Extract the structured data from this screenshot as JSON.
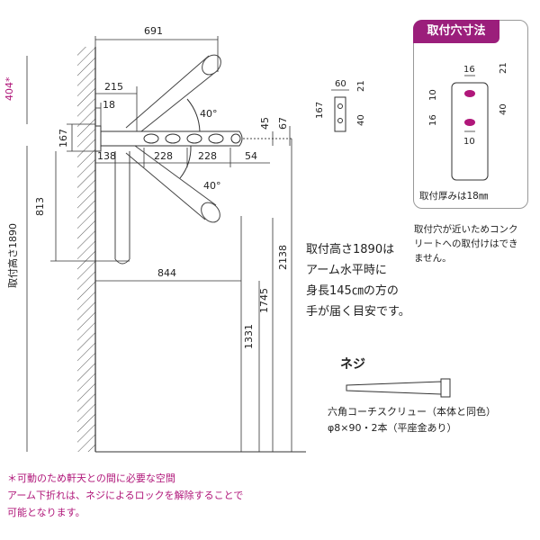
{
  "dimensions": {
    "top_width": "691",
    "clearance": "404*",
    "arm_offset": "215",
    "bracket_depth": "18",
    "angle_upper": "40°",
    "angle_lower": "40°",
    "bracket_height": "167",
    "pitch_first": "138",
    "pitch_a": "228",
    "pitch_b": "228",
    "end_offset": "54",
    "tube_45": "45",
    "tube_67": "67",
    "lower_reach": "813",
    "horizontal_reach": "844",
    "mount_height_label": "取付高さ1890",
    "height_1331": "1331",
    "height_1745": "1745",
    "height_2138": "2138"
  },
  "side_bracket": {
    "width": "60",
    "top": "21",
    "depth": "167",
    "bottom": "40"
  },
  "mount_panel": {
    "title": "取付穴寸法",
    "hole_width": "16",
    "top_offset": "21",
    "spacing_a": "10",
    "spacing_b": "16",
    "spacing_c": "40",
    "spacing_d": "10",
    "thickness_note": "取付厚みは18㎜",
    "proximity_note": "取付穴が近いためコンク\nリートへの取付けはでき\nません。"
  },
  "height_description": "取付高さ1890は\nアーム水平時に\n身長145㎝の方の\n手が届く目安です。",
  "screw": {
    "title": "ネジ",
    "description": "六角コーチスクリュー（本体と同色）\nφ8×90・2本（平座金あり）"
  },
  "footnote": "＊可動のため軒天との間に必要な空間\nアーム下折れは、ネジによるロックを解除することで\n可能となります。",
  "colors": {
    "accent": "#9b1e7b",
    "magenta_text": "#b0177a",
    "hole": "#b0177a",
    "line": "#333333"
  }
}
